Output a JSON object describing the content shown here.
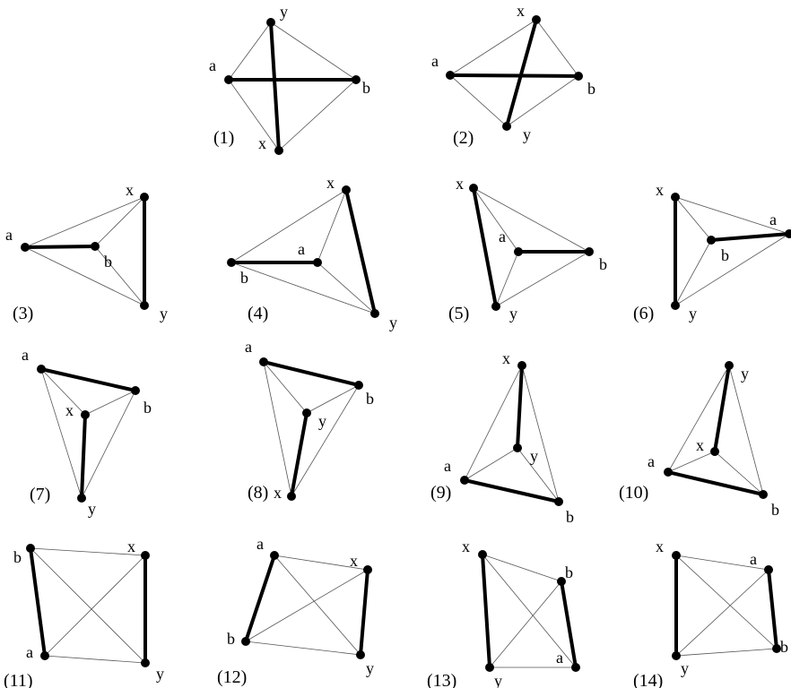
{
  "figures": [
    {
      "label": "(1)",
      "vertices": [
        "a",
        "b",
        "x",
        "y"
      ],
      "thick_edges": [
        [
          "a",
          "b"
        ],
        [
          "x",
          "y"
        ]
      ]
    },
    {
      "label": "(2)",
      "vertices": [
        "a",
        "b",
        "x",
        "y"
      ],
      "thick_edges": [
        [
          "a",
          "b"
        ],
        [
          "x",
          "y"
        ]
      ]
    },
    {
      "label": "(3)",
      "vertices": [
        "a",
        "b",
        "x",
        "y"
      ],
      "thick_edges": [
        [
          "a",
          "b"
        ],
        [
          "x",
          "y"
        ]
      ]
    },
    {
      "label": "(4)",
      "vertices": [
        "a",
        "b",
        "x",
        "y"
      ],
      "thick_edges": [
        [
          "a",
          "b"
        ],
        [
          "x",
          "y"
        ]
      ]
    },
    {
      "label": "(5)",
      "vertices": [
        "a",
        "b",
        "x",
        "y"
      ],
      "thick_edges": [
        [
          "a",
          "b"
        ],
        [
          "x",
          "y"
        ]
      ]
    },
    {
      "label": "(6)",
      "vertices": [
        "a",
        "b",
        "x",
        "y"
      ],
      "thick_edges": [
        [
          "a",
          "b"
        ],
        [
          "x",
          "y"
        ]
      ]
    },
    {
      "label": "(7)",
      "vertices": [
        "a",
        "b",
        "x",
        "y"
      ],
      "thick_edges": [
        [
          "a",
          "b"
        ],
        [
          "x",
          "y"
        ]
      ]
    },
    {
      "label": "(8)",
      "vertices": [
        "a",
        "b",
        "x",
        "y"
      ],
      "thick_edges": [
        [
          "a",
          "b"
        ],
        [
          "x",
          "y"
        ]
      ]
    },
    {
      "label": "(9)",
      "vertices": [
        "a",
        "b",
        "x",
        "y"
      ],
      "thick_edges": [
        [
          "a",
          "b"
        ],
        [
          "x",
          "y"
        ]
      ]
    },
    {
      "label": "(10)",
      "vertices": [
        "a",
        "b",
        "x",
        "y"
      ],
      "thick_edges": [
        [
          "a",
          "b"
        ],
        [
          "x",
          "y"
        ]
      ]
    },
    {
      "label": "(11)",
      "vertices": [
        "a",
        "b",
        "x",
        "y"
      ],
      "thick_edges": [
        [
          "a",
          "b"
        ],
        [
          "x",
          "y"
        ]
      ]
    },
    {
      "label": "(12)",
      "vertices": [
        "a",
        "b",
        "x",
        "y"
      ],
      "thick_edges": [
        [
          "a",
          "b"
        ],
        [
          "x",
          "y"
        ]
      ]
    },
    {
      "label": "(13)",
      "vertices": [
        "a",
        "b",
        "x",
        "y"
      ],
      "thick_edges": [
        [
          "a",
          "b"
        ],
        [
          "x",
          "y"
        ]
      ]
    },
    {
      "label": "(14)",
      "vertices": [
        "a",
        "b",
        "x",
        "y"
      ],
      "thick_edges": [
        [
          "a",
          "b"
        ],
        [
          "x",
          "y"
        ]
      ]
    }
  ]
}
